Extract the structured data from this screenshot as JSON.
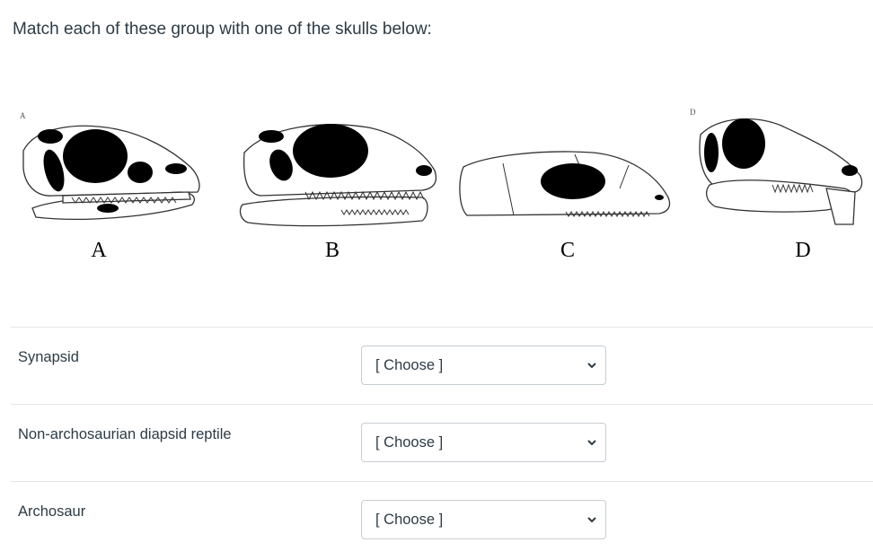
{
  "question": {
    "text": "Match each of these group with one of the skulls below:"
  },
  "figure": {
    "corner_labels": [
      "A",
      "D"
    ],
    "skull_labels": [
      "A",
      "B",
      "C",
      "D"
    ]
  },
  "rows": [
    {
      "label": "Synapsid",
      "select_value": "[ Choose ]"
    },
    {
      "label": "Non-archosaurian diapsid reptile",
      "select_value": "[ Choose ]"
    },
    {
      "label": "Archosaur",
      "select_value": "[ Choose ]"
    }
  ],
  "icons": {
    "dropdown": "chevron-down-icon"
  }
}
